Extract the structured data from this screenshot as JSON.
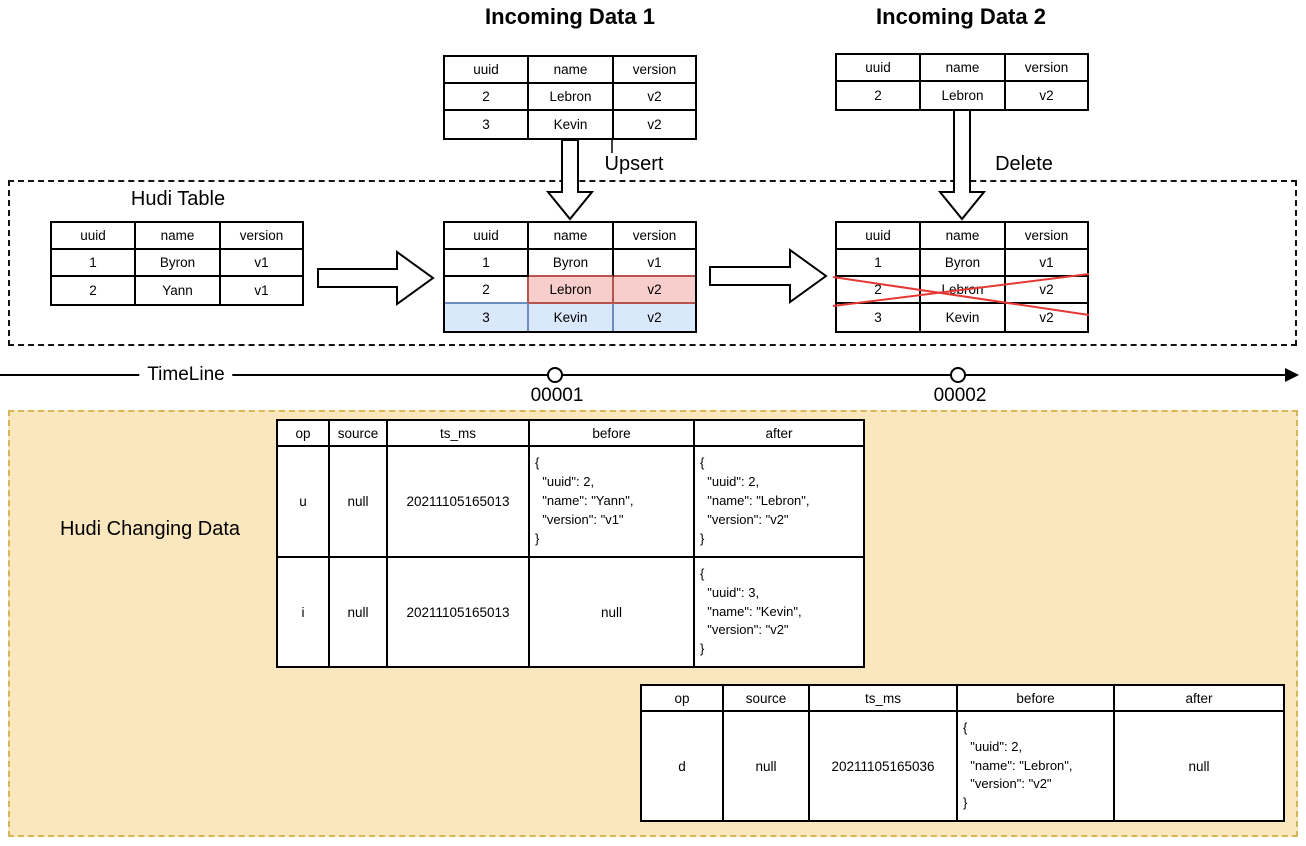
{
  "labels": {
    "incoming1_title": "Incoming Data 1",
    "incoming2_title": "Incoming Data 2",
    "upsert": "Upsert",
    "delete": "Delete",
    "hudi_table": "Hudi Table",
    "timeline": "TimeLine",
    "instant1": "00001",
    "instant2": "00002",
    "changing": "Hudi Changing Data"
  },
  "incoming1": {
    "headers": [
      "uuid",
      "name",
      "version"
    ],
    "rows": [
      [
        "2",
        "Lebron",
        "v2"
      ],
      [
        "3",
        "Kevin",
        "v2"
      ]
    ]
  },
  "incoming2": {
    "headers": [
      "uuid",
      "name",
      "version"
    ],
    "rows": [
      [
        "2",
        "Lebron",
        "v2"
      ]
    ]
  },
  "hudi_before": {
    "headers": [
      "uuid",
      "name",
      "version"
    ],
    "rows": [
      [
        "1",
        "Byron",
        "v1"
      ],
      [
        "2",
        "Yann",
        "v1"
      ]
    ]
  },
  "hudi_upserted": {
    "headers": [
      "uuid",
      "name",
      "version"
    ],
    "rows": [
      [
        "1",
        "Byron",
        "v1"
      ],
      [
        "2",
        "Lebron",
        "v2"
      ],
      [
        "3",
        "Kevin",
        "v2"
      ]
    ],
    "highlight_updated_row": "2",
    "highlight_inserted_row": "3"
  },
  "hudi_deleted": {
    "headers": [
      "uuid",
      "name",
      "version"
    ],
    "rows": [
      [
        "1",
        "Byron",
        "v1"
      ],
      [
        "2",
        "Lebron",
        "v2"
      ],
      [
        "3",
        "Kevin",
        "v2"
      ]
    ],
    "crossed_out_row": "2"
  },
  "cdc1": {
    "headers": [
      "op",
      "source",
      "ts_ms",
      "before",
      "after"
    ],
    "rows": [
      [
        "u",
        "null",
        "20211105165013",
        "{\n  \"uuid\": 2,\n  \"name\": \"Yann\",\n  \"version\": \"v1\"\n}",
        "{\n  \"uuid\": 2,\n  \"name\": \"Lebron\",\n  \"version\": \"v2\"\n}"
      ],
      [
        "i",
        "null",
        "20211105165013",
        "null",
        "{\n  \"uuid\": 3,\n  \"name\": \"Kevin\",\n  \"version\": \"v2\"\n}"
      ]
    ]
  },
  "cdc2": {
    "headers": [
      "op",
      "source",
      "ts_ms",
      "before",
      "after"
    ],
    "rows": [
      [
        "d",
        "null",
        "20211105165036",
        "{\n  \"uuid\": 2,\n  \"name\": \"Lebron\",\n  \"version\": \"v2\"\n}",
        "null"
      ]
    ]
  },
  "colors": {
    "update_highlight_fill": "#f8cecc",
    "update_highlight_border": "#b85450",
    "insert_highlight_fill": "#dae8fc",
    "insert_highlight_border": "#6c8ebf",
    "delete_cross": "#e53935",
    "changing_box_fill": "#fae7be",
    "changing_box_border": "#d6b656"
  }
}
